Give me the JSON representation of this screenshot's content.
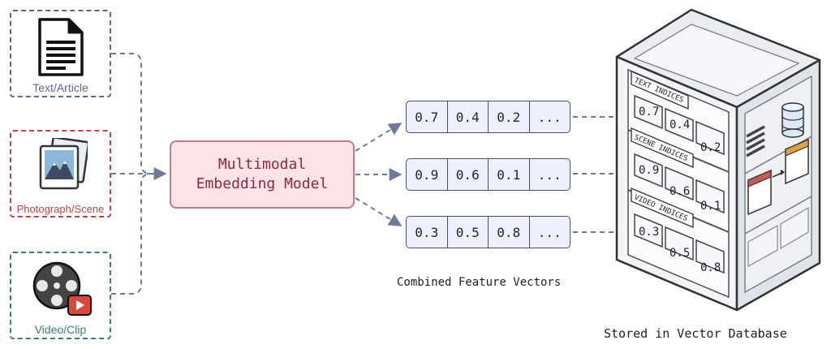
{
  "sources": {
    "text": {
      "label": "Text/Article",
      "icon": "document-icon",
      "color": "#5b6b87"
    },
    "photo": {
      "label": "Photograph/Scene",
      "icon": "photo-icon",
      "color": "#b84848"
    },
    "video": {
      "label": "Video/Clip",
      "icon": "film-reel-icon",
      "color": "#3e7a82"
    }
  },
  "model": {
    "line1": "Multimodal",
    "line2": "Embedding Model"
  },
  "vectors": [
    {
      "cells": [
        "0.7",
        "0.4",
        "0.2",
        "..."
      ]
    },
    {
      "cells": [
        "0.9",
        "0.6",
        "0.1",
        "..."
      ]
    },
    {
      "cells": [
        "0.3",
        "0.5",
        "0.8",
        "..."
      ]
    }
  ],
  "vectors_caption": "Combined Feature Vectors",
  "database": {
    "caption": "Stored in Vector Database",
    "shelves": [
      {
        "label": "TEXT INDICES",
        "values": [
          "0.7",
          "0.4",
          "0.2"
        ]
      },
      {
        "label": "SCENE INDICES",
        "values": [
          "0.9",
          "0.6",
          "0.1"
        ]
      },
      {
        "label": "VIDEO INDICES",
        "values": [
          "0.3",
          "0.5",
          "0.8"
        ]
      }
    ]
  },
  "colors": {
    "arrow": "#6f7a99",
    "model_border": "#c97a8a",
    "model_fill": "#fbe3e8",
    "model_text": "#8b2a3e"
  }
}
